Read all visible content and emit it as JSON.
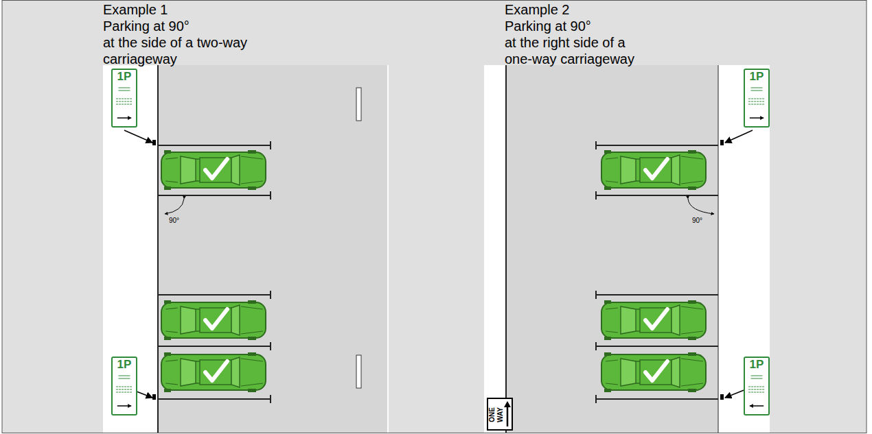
{
  "diagram": {
    "nodes": [
      {
        "text": [
          "1P"
        ]
      },
      {
        "text": [
          "1P"
        ]
      },
      {
        "text": [
          "1P"
        ]
      },
      {
        "text": [
          "1P"
        ]
      },
      {
        "text": [
          "ONE WAY"
        ]
      }
    ],
    "labels": [
      "Example 1",
      "Parking at 90°",
      "at the side of a two-way",
      "carriageway",
      "90°",
      "Example 2",
      "Parking at 90°",
      "at the right side of a",
      "one-way carriageway",
      "90°"
    ]
  }
}
